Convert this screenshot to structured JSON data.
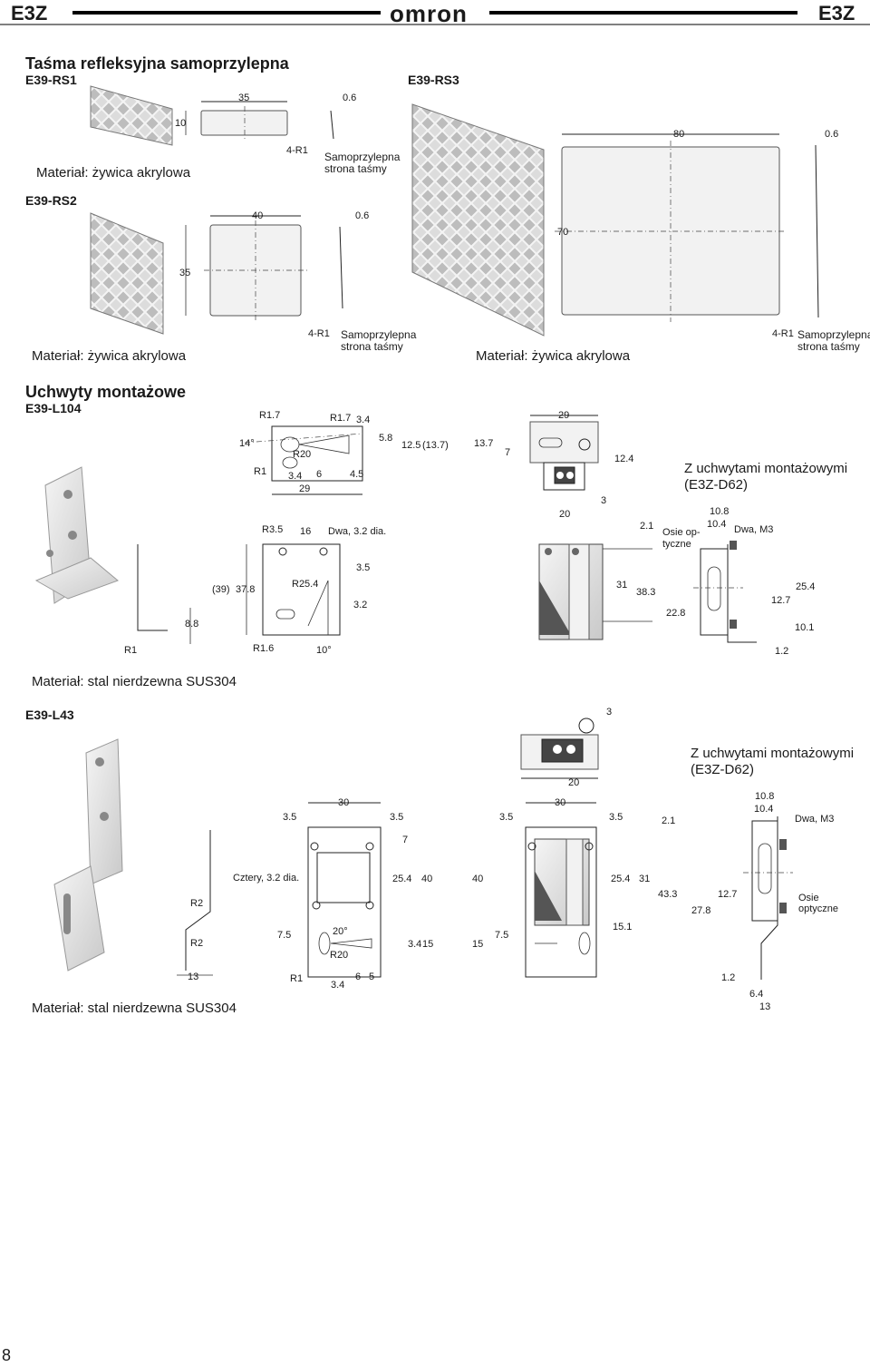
{
  "header": {
    "left": "E3Z",
    "logo": "omron",
    "right": "E3Z"
  },
  "tape": {
    "title": "Taśma refleksyjna samoprzylepna",
    "rs1": {
      "label": "E39-RS1",
      "material": "Materiał: żywica akrylowa",
      "adhesive": [
        "Samoprzylepna",
        "strona taśmy"
      ],
      "dims": {
        "w": "35",
        "h": "10",
        "t": "0.6",
        "r": "4-R1"
      }
    },
    "rs2": {
      "label": "E39-RS2",
      "material": "Materiał: żywica akrylowa",
      "adhesive": [
        "Samoprzylepna",
        "strona taśmy"
      ],
      "dims": {
        "w": "40",
        "h": "35",
        "t": "0.6",
        "r": "4-R1"
      }
    },
    "rs3": {
      "label": "E39-RS3",
      "material": "Materiał: żywica akrylowa",
      "adhesive": [
        "Samoprzylepna",
        "strona taśmy"
      ],
      "dims": {
        "w": "80",
        "h": "70",
        "t": "0.6",
        "r": "4-R1"
      }
    }
  },
  "brackets": {
    "title": "Uchwyty montażowe",
    "l104": {
      "label": "E39-L104",
      "material": "Materiał: stal nierdzewna SUS304",
      "with_bracket": [
        "Z uchwytami montażowymi",
        "(E3Z-D62)"
      ],
      "dims": {
        "r17a": "R1.7",
        "r17b": "R1.7",
        "d34a": "3.4",
        "d58": "5.8",
        "d125": "12.5",
        "d137p": "(13.7)",
        "a14": "14°",
        "r20": "R20",
        "r1a": "R1",
        "d34b": "3.4",
        "d6": "6",
        "d45": "4.5",
        "d29a": "29",
        "d29b": "29",
        "d137": "13.7",
        "d7": "7",
        "d124": "12.4",
        "d3": "3",
        "d20": "20",
        "r35": "R3.5",
        "d16": "16",
        "holes": "Dwa, 3.2 dia.",
        "d35": "3.5",
        "d39": "(39)",
        "d378": "37.8",
        "r254": "R25.4",
        "d32": "3.2",
        "d88": "8.8",
        "r1b": "R1",
        "r16": "R1.6",
        "a10": "10°",
        "d21": "2.1",
        "osie": [
          "Osie op-",
          "tyczne"
        ],
        "d108": "10.8",
        "d104": "10.4",
        "m3": "Dwa, M3",
        "d31": "31",
        "d383": "38.3",
        "d228": "22.8",
        "d254": "25.4",
        "d127": "12.7",
        "d101": "10.1",
        "d12": "1.2"
      }
    },
    "l43": {
      "label": "E39-L43",
      "material": "Materiał: stal nierdzewna SUS304",
      "with_bracket": [
        "Z uchwytami montażowymi",
        "(E3Z-D62)"
      ],
      "dims": {
        "d3": "3",
        "d20": "20",
        "d35a": "3.5",
        "d30a": "30",
        "d35b": "3.5",
        "d35c": "3.5",
        "d30b": "30",
        "d35d": "3.5",
        "d21": "2.1",
        "d108": "10.8",
        "d104": "10.4",
        "m3": "Dwa, M3",
        "d7": "7",
        "holes": "Cztery, 3.2 dia.",
        "d254a": "25.4",
        "d40a": "40",
        "d40b": "40",
        "d254b": "25.4",
        "d31": "31",
        "r2a": "R2",
        "d433": "43.3",
        "d127": "12.7",
        "d278": "27.8",
        "osie": [
          "Osie",
          "optyczne"
        ],
        "r2b": "R2",
        "d75a": "7.5",
        "a20": "20°",
        "r20": "R20",
        "d34a": "3.4",
        "d15a": "15",
        "d15b": "15",
        "d75b": "7.5",
        "d151": "15.1",
        "d13a": "13",
        "r1": "R1",
        "d34b": "3.4",
        "d6": "6",
        "d5": "5",
        "d12": "1.2",
        "d64": "6.4",
        "d13b": "13"
      }
    }
  },
  "page_number": "8"
}
